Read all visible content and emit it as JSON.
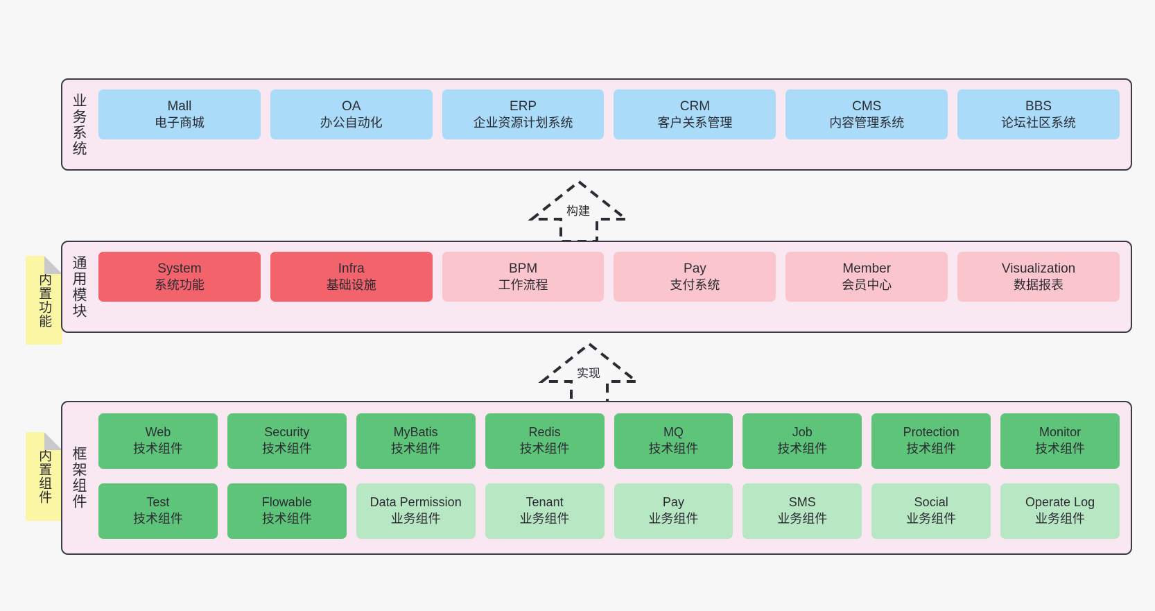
{
  "canvas": {
    "background": "#f7f7f7",
    "panel_background": "#f9e8f2",
    "panel_border": "#3b3b44",
    "note_background": "#fbf6a4"
  },
  "layers": [
    {
      "id": "business",
      "title": "业务系统",
      "card_color": "#aadcfa",
      "rows": [
        {
          "cards": [
            {
              "name": "Mall",
              "desc": "电子商城",
              "color": "blue"
            },
            {
              "name": "OA",
              "desc": "办公自动化",
              "color": "blue"
            },
            {
              "name": "ERP",
              "desc": "企业资源计划系统",
              "color": "blue"
            },
            {
              "name": "CRM",
              "desc": "客户关系管理",
              "color": "blue"
            },
            {
              "name": "CMS",
              "desc": "内容管理系统",
              "color": "blue"
            },
            {
              "name": "BBS",
              "desc": "论坛社区系统",
              "color": "blue"
            }
          ]
        }
      ]
    },
    {
      "id": "modules",
      "title": "通用模块",
      "note": "内置功能",
      "rows": [
        {
          "cards": [
            {
              "name": "System",
              "desc": "系统功能",
              "color": "red"
            },
            {
              "name": "Infra",
              "desc": "基础设施",
              "color": "red"
            },
            {
              "name": "BPM",
              "desc": "工作流程",
              "color": "pinklight"
            },
            {
              "name": "Pay",
              "desc": "支付系统",
              "color": "pinklight"
            },
            {
              "name": "Member",
              "desc": "会员中心",
              "color": "pinklight"
            },
            {
              "name": "Visualization",
              "desc": "数据报表",
              "color": "pinklight"
            }
          ]
        }
      ]
    },
    {
      "id": "framework",
      "title": "框架组件",
      "note": "内置组件",
      "rows": [
        {
          "cards": [
            {
              "name": "Web",
              "desc": "技术组件",
              "color": "green"
            },
            {
              "name": "Security",
              "desc": "技术组件",
              "color": "green"
            },
            {
              "name": "MyBatis",
              "desc": "技术组件",
              "color": "green"
            },
            {
              "name": "Redis",
              "desc": "技术组件",
              "color": "green"
            },
            {
              "name": "MQ",
              "desc": "技术组件",
              "color": "green"
            },
            {
              "name": "Job",
              "desc": "技术组件",
              "color": "green"
            },
            {
              "name": "Protection",
              "desc": "技术组件",
              "color": "green"
            },
            {
              "name": "Monitor",
              "desc": "技术组件",
              "color": "green"
            }
          ]
        },
        {
          "cards": [
            {
              "name": "Test",
              "desc": "技术组件",
              "color": "green"
            },
            {
              "name": "Flowable",
              "desc": "技术组件",
              "color": "green"
            },
            {
              "name": "Data Permission",
              "desc": "业务组件",
              "color": "greenlight"
            },
            {
              "name": "Tenant",
              "desc": "业务组件",
              "color": "greenlight"
            },
            {
              "name": "Pay",
              "desc": "业务组件",
              "color": "greenlight"
            },
            {
              "name": "SMS",
              "desc": "业务组件",
              "color": "greenlight"
            },
            {
              "name": "Social",
              "desc": "业务组件",
              "color": "greenlight"
            },
            {
              "name": "Operate Log",
              "desc": "业务组件",
              "color": "greenlight"
            }
          ]
        }
      ]
    }
  ],
  "arrows": [
    {
      "id": "build",
      "label": "构建",
      "style": "dashed-generalization",
      "direction": "up"
    },
    {
      "id": "impl",
      "label": "实现",
      "style": "dashed-generalization",
      "direction": "up"
    }
  ]
}
